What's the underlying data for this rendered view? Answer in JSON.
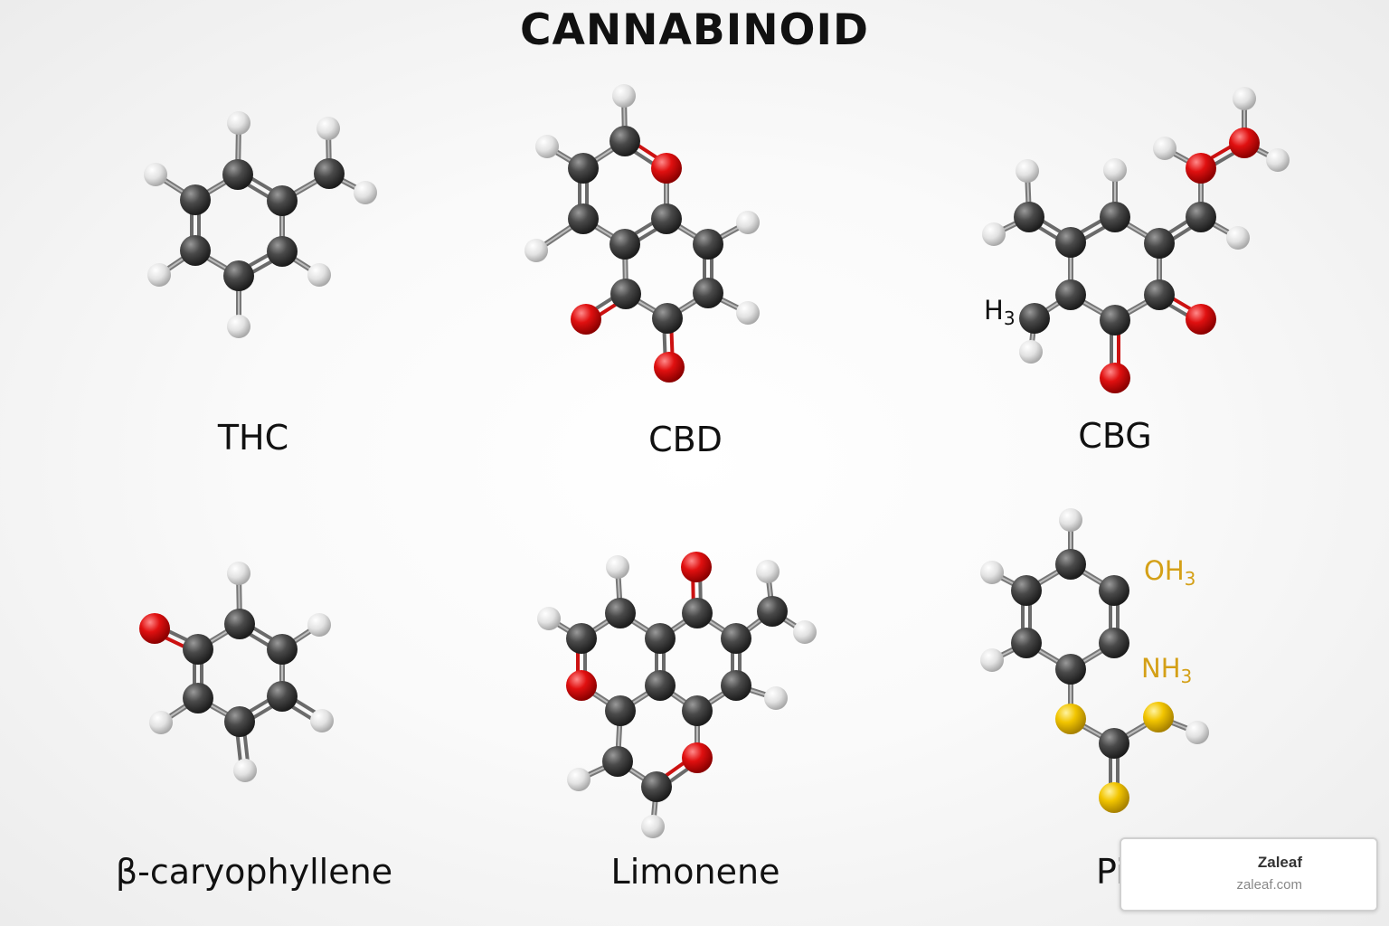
{
  "title": "CANNABINOID",
  "molecules": [
    {
      "id": "thc",
      "label": "THC"
    },
    {
      "id": "cbd",
      "label": "CBD"
    },
    {
      "id": "cbg",
      "label": "CBG",
      "groups": {
        "methyl": "H",
        "methyl_sub": "3"
      }
    },
    {
      "id": "caryophyllene",
      "label": "β-caryophyllene"
    },
    {
      "id": "limonene",
      "label": "Limonene"
    },
    {
      "id": "pinene",
      "label": "Pine",
      "groups": {
        "oh": "OH",
        "oh_sub": "3",
        "nh": "NH",
        "nh_sub": "3"
      }
    }
  ],
  "watermark": {
    "brand": "Zaleaf",
    "url": "zaleaf.com"
  },
  "colors": {
    "carbon": "#4a4a4a",
    "hydrogen": "#e6e6e6",
    "oxygen": "#e01010",
    "sulfur": "#f2c500",
    "double_bond": "#cc1111",
    "group_label": "#d4a017"
  }
}
